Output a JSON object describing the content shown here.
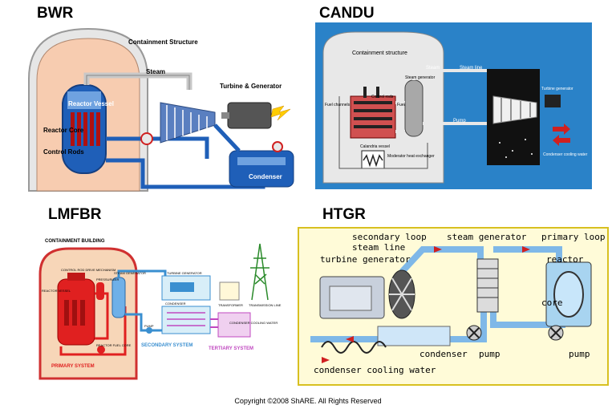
{
  "bwr": {
    "title": "BWR",
    "labels": {
      "containment": "Containment Structure",
      "steam": "Steam",
      "turbine": "Turbine & Generator",
      "vessel": "Reactor Vessel",
      "core": "Reactor Core",
      "rods": "Control Rods",
      "condenser": "Condenser"
    },
    "colors": {
      "water": "#1f5fb8",
      "containment": "#f7ccb0",
      "turbine": "#5a7fc0"
    }
  },
  "candu": {
    "title": "CANDU",
    "labels": {
      "containment": "Containment structure",
      "steam": "Steam",
      "steam_line": "Steam line",
      "steam_gen": "Steam generator",
      "control_rods": "Control rods",
      "fuel_channels": "Fuel channels",
      "fuel": "Fuel",
      "pump": "Pump",
      "turbine": "Turbine generator",
      "calandria": "Calandria vessel",
      "moderator": "Moderator heat exchanger",
      "cooling": "Condenser cooling water"
    },
    "colors": {
      "bg": "#2a82c8",
      "building": "#e8e8e8"
    }
  },
  "lmfbr": {
    "title": "LMFBR",
    "labels": {
      "building": "CONTAINMENT BUILDING",
      "drive": "CONTROL ROD DRIVE MECHANISM",
      "steam_gen": "STEAM GENERATOR",
      "pressurizer": "PRESSURIZER",
      "vessel": "REACTOR VESSEL",
      "fuel_core": "REACTOR FUEL CORE",
      "primary": "PRIMARY SYSTEM",
      "turbine": "TURBINE GENERATOR",
      "transformer": "TRANSFORMER",
      "transmission": "TRANSMISSION LINE",
      "condenser": "CONDENSER",
      "pump": "PUMP",
      "secondary": "SECONDARY SYSTEM",
      "cooling": "CONDENSER COOLING WATER",
      "tertiary": "TERTIARY SYSTEM"
    },
    "colors": {
      "primary": "#e02020",
      "secondary": "#3a8fd0",
      "tertiary": "#c048c0"
    }
  },
  "htgr": {
    "title": "HTGR",
    "labels": {
      "secondary_loop": "secondary loop",
      "steam_line": "steam line",
      "steam_gen": "steam generator",
      "primary_loop": "primary loop",
      "turbine": "turbine generator",
      "reactor": "reactor",
      "core": "core",
      "condenser": "condenser",
      "pump1": "pump",
      "pump2": "pump",
      "cooling": "condenser cooling water"
    },
    "colors": {
      "bg": "#fffbd8",
      "border": "#d8c020",
      "pipe": "#7fb8e8"
    }
  },
  "copyright": "Copyright ©2008 ShARE. All Rights Reserved"
}
